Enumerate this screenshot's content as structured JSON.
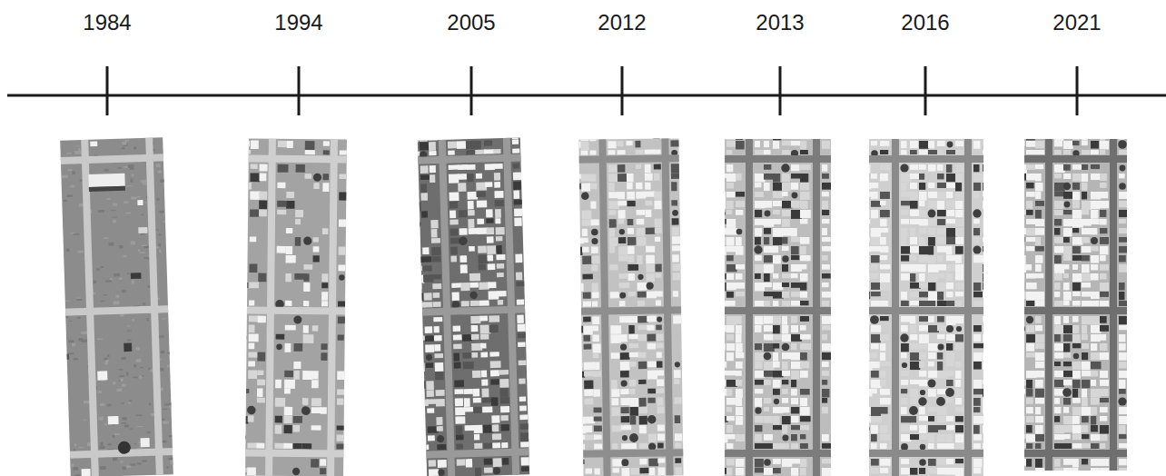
{
  "diagram": {
    "labels": [
      "1984",
      "1994",
      "2005",
      "2012",
      "2013",
      "2016",
      "2021"
    ]
  }
}
